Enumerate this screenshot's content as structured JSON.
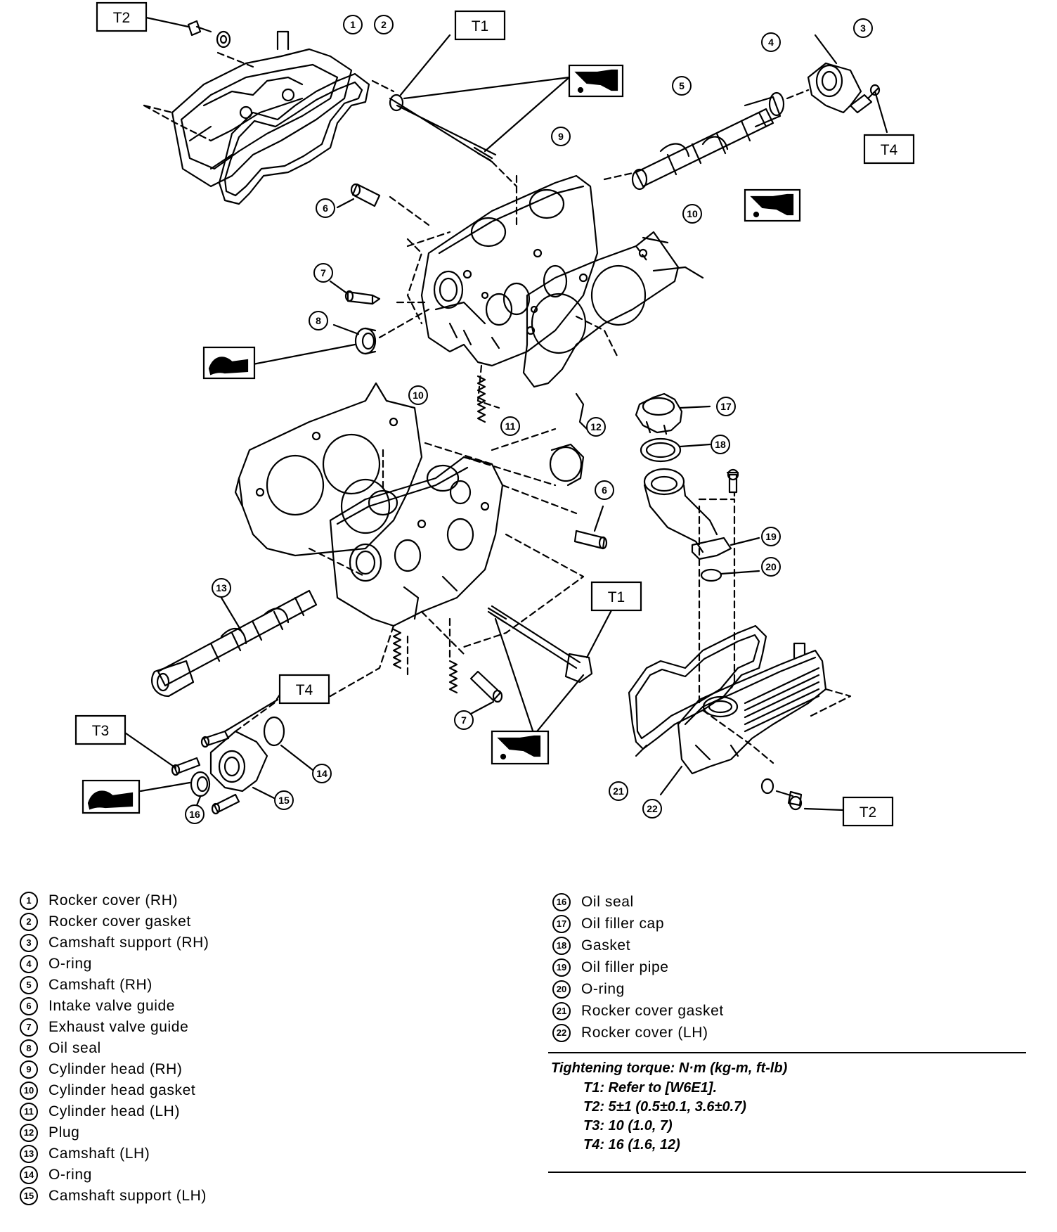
{
  "callouts": {
    "torque_labels": [
      "T1",
      "T2",
      "T3",
      "T4"
    ],
    "numbers": [
      "1",
      "2",
      "3",
      "4",
      "5",
      "6",
      "7",
      "8",
      "9",
      "10",
      "11",
      "12",
      "13",
      "14",
      "15",
      "16",
      "17",
      "18",
      "19",
      "20",
      "21",
      "22"
    ]
  },
  "legend_left": [
    {
      "num": "1",
      "text": "Rocker cover (RH)"
    },
    {
      "num": "2",
      "text": "Rocker cover gasket"
    },
    {
      "num": "3",
      "text": "Camshaft support (RH)"
    },
    {
      "num": "4",
      "text": "O-ring"
    },
    {
      "num": "5",
      "text": "Camshaft (RH)"
    },
    {
      "num": "6",
      "text": "Intake valve guide"
    },
    {
      "num": "7",
      "text": "Exhaust valve guide"
    },
    {
      "num": "8",
      "text": "Oil seal"
    },
    {
      "num": "9",
      "text": "Cylinder head (RH)"
    },
    {
      "num": "10",
      "text": "Cylinder head gasket"
    },
    {
      "num": "11",
      "text": "Cylinder head (LH)"
    },
    {
      "num": "12",
      "text": "Plug"
    },
    {
      "num": "13",
      "text": "Camshaft (LH)"
    },
    {
      "num": "14",
      "text": "O-ring"
    },
    {
      "num": "15",
      "text": "Camshaft support (LH)"
    }
  ],
  "legend_right": [
    {
      "num": "16",
      "text": "Oil seal"
    },
    {
      "num": "17",
      "text": "Oil filler cap"
    },
    {
      "num": "18",
      "text": "Gasket"
    },
    {
      "num": "19",
      "text": "Oil filler pipe"
    },
    {
      "num": "20",
      "text": "O-ring"
    },
    {
      "num": "21",
      "text": "Rocker cover gasket"
    },
    {
      "num": "22",
      "text": "Rocker cover (LH)"
    }
  ],
  "torque": {
    "heading": "Tightening torque: N·m (kg-m, ft-lb)",
    "lines": [
      "T1: Refer to [W6E1].",
      "T2: 5±1 (0.5±0.1, 3.6±0.7)",
      "T3: 10 (1.0, 7)",
      "T4: 16 (1.6, 12)"
    ]
  }
}
